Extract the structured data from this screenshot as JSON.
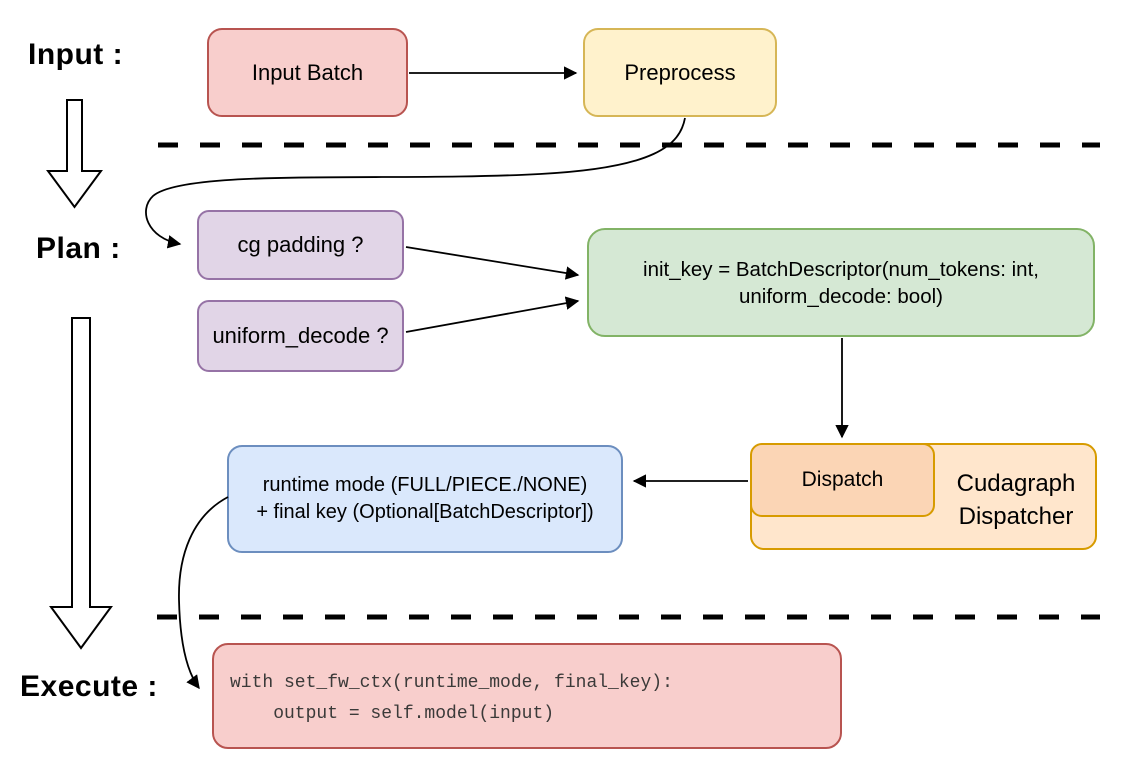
{
  "stages": {
    "input_label": "Input :",
    "plan_label": "Plan :",
    "execute_label": "Execute :"
  },
  "nodes": {
    "input_batch": {
      "label": "Input Batch"
    },
    "preprocess": {
      "label": "Preprocess"
    },
    "cg_padding": {
      "label": "cg padding ?"
    },
    "uniform_decode": {
      "label": "uniform_decode ?"
    },
    "init_key": {
      "line1": "init_key = BatchDescriptor(num_tokens: int,",
      "line2": "uniform_decode: bool)"
    },
    "dispatch": {
      "label": "Dispatch"
    },
    "cudagraph_dispatcher": {
      "label": "Cudagraph Dispatcher"
    },
    "runtime_mode": {
      "line1": "runtime mode (FULL/PIECE./NONE)",
      "line2": "+ final key (Optional[BatchDescriptor])"
    },
    "execute_code": {
      "line1": "with set_fw_ctx(runtime_mode, final_key):",
      "line2": "    output = self.model(input)"
    }
  },
  "colors": {
    "pink_fill": "#f8cecc",
    "pink_stroke": "#b85450",
    "yellow_fill": "#fff2cc",
    "yellow_stroke": "#d6b656",
    "purple_fill": "#e1d5e7",
    "purple_stroke": "#9673a6",
    "green_fill": "#d5e8d4",
    "green_stroke": "#82b366",
    "blue_fill": "#dae8fc",
    "blue_stroke": "#6c8ebf",
    "orange_fill": "#ffe6cc",
    "orange_inner_fill": "#fbd5b5",
    "orange_stroke": "#d79b00",
    "arrow_color": "#000000",
    "code_text_color": "#3b3a39"
  }
}
